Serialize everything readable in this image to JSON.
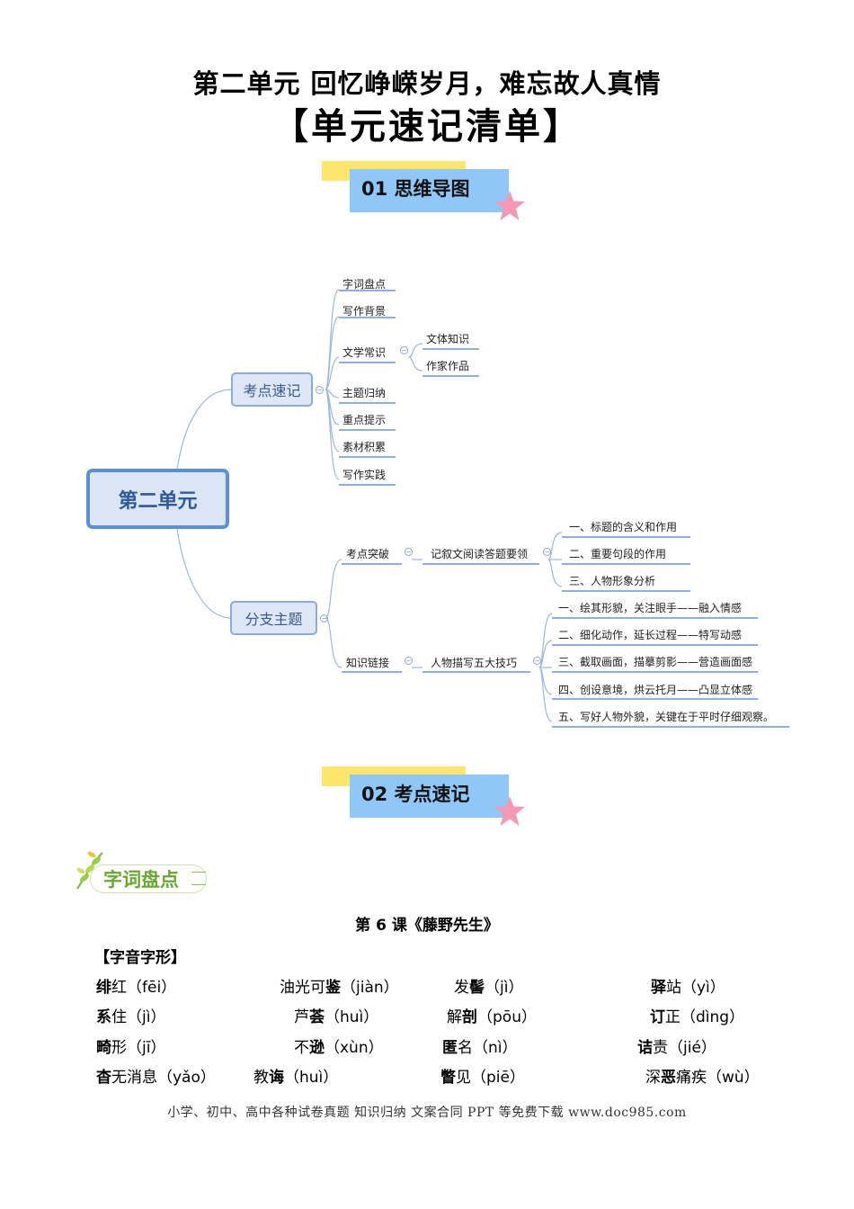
{
  "header": {
    "title": "第二单元 回忆峥嵘岁月，难忘故人真情",
    "subtitle": "【单元速记清单】"
  },
  "section1": {
    "label": "01  思维导图"
  },
  "mindmap": {
    "root": "第二单元",
    "branch1": "考点速记",
    "branch1_items": [
      "字词盘点",
      "写作背景",
      "文学常识",
      "主题归纳",
      "重点提示",
      "素材积累",
      "写作实践"
    ],
    "literature_children": [
      "文体知识",
      "作家作品"
    ],
    "branch2": "分支主题",
    "b2_child1": "考点突破",
    "b2_child1_sub": "记叙文阅读答题要领",
    "b2_child1_leaves": [
      "一、标题的含义和作用",
      "二、重要句段的作用",
      "三、人物形象分析"
    ],
    "b2_child2": "知识链接",
    "b2_child2_sub": "人物描写五大技巧",
    "b2_child2_leaves": [
      "一、绘其形貌，关注眼手——融入情感",
      "二、细化动作，延长过程——特写动感",
      "三、截取画面，描摹剪影——营造画面感",
      "四、创设意境，烘云托月——凸显立体感",
      "五、写好人物外貌，关键在于平时仔细观察。"
    ]
  },
  "section2": {
    "label": "02  考点速记"
  },
  "badge": {
    "label": "字词盘点"
  },
  "lesson": {
    "title": "第 6 课《藤野先生》"
  },
  "pronunciation": {
    "heading": "【字音字形】",
    "words": [
      {
        "bold": "绯",
        "rest": "红（fēi）"
      },
      {
        "pre": "油光可",
        "bold": "鉴",
        "rest": "（jiàn）"
      },
      {
        "pre": "发",
        "bold": "髻",
        "rest": "（jì）"
      },
      {
        "bold": "驿",
        "rest": "站（yì）"
      },
      {
        "bold": "系",
        "rest": "住（jì）"
      },
      {
        "pre": "芦",
        "bold": "荟",
        "rest": "（huì）"
      },
      {
        "pre": "解",
        "bold": "剖",
        "rest": "（pōu）"
      },
      {
        "bold": "订",
        "rest": "正（dìng）"
      },
      {
        "bold": "畸",
        "rest": "形（jī）"
      },
      {
        "pre": "不",
        "bold": "逊",
        "rest": "（xùn）"
      },
      {
        "bold": "匿",
        "rest": "名（nì）"
      },
      {
        "bold": "诘",
        "rest": "责（jié）"
      },
      {
        "bold": "杳",
        "rest": "无消息（yǎo）"
      },
      {
        "pre": "教",
        "bold": "诲",
        "rest": "（huì）"
      },
      {
        "bold": "瞥",
        "rest": "见（piē）"
      },
      {
        "pre": "深",
        "bold": "恶",
        "rest": "痛疾（wù）"
      }
    ]
  },
  "footer": {
    "text": "小学、初中、高中各种试卷真题 知识归纳 文案合同 PPT 等免费下载   www.doc985.com"
  }
}
